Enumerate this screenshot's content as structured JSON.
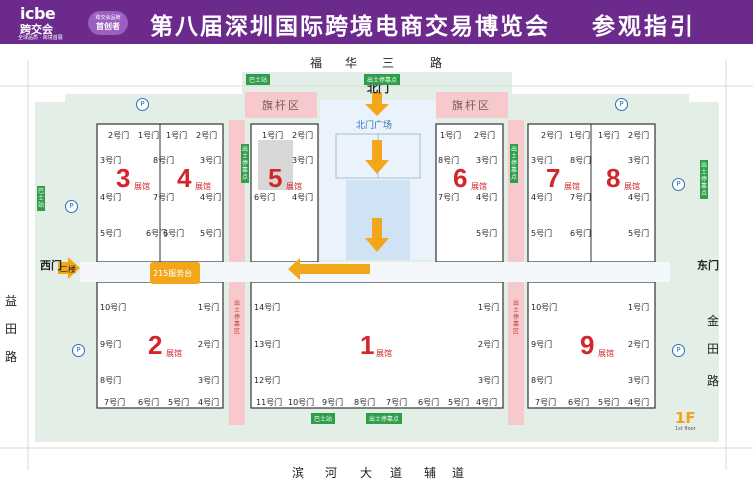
{
  "header": {
    "logo_main": "icbe",
    "logo_sub": "跨交会",
    "logo_tagline": "全球品质 · 跨境首展",
    "badge_top": "跨交会品牌",
    "badge_main": "首创者",
    "title": "第八届深圳国际跨境电商交易博览会",
    "guide": "参观指引",
    "bg_color": "#6b2a8c"
  },
  "roads": {
    "north": [
      "福",
      "华",
      "三",
      "路"
    ],
    "south": [
      "滨",
      "河",
      "大",
      "道",
      "辅",
      "道"
    ],
    "west": [
      "益",
      "田",
      "路"
    ],
    "east": [
      "金",
      "田",
      "路"
    ]
  },
  "gates": {
    "north": "北门",
    "west": "西门",
    "east": "东门",
    "west_tag": "二楼"
  },
  "north_plaza": "北门广场",
  "flag_areas": [
    "旗杆区",
    "旗杆区"
  ],
  "service_desk": "215服务台",
  "floor": {
    "label": "1F",
    "sub": "1st floor"
  },
  "bus_stops": {
    "north_left": "巴士站",
    "north_right": "出士停靠点",
    "south_left": "巴士站",
    "south_right": "出士停靠点",
    "west_v": "巴士站",
    "east_v": "出士停靠点",
    "inner_left_v": "出士停靠点",
    "inner_right_v": "出士停靠点"
  },
  "corridors": {
    "left": "出土停靠区",
    "right": "出土停靠区"
  },
  "halls": [
    {
      "id": "hall-3",
      "number": "3",
      "suffix": "展馆",
      "doors": [
        "2号门",
        "1号门",
        "3号门",
        "4号门",
        "5号门",
        "6号门"
      ]
    },
    {
      "id": "hall-4",
      "number": "4",
      "suffix": "展馆",
      "doors": [
        "1号门",
        "2号门",
        "8号门",
        "3号门",
        "7号门",
        "4号门",
        "6号门",
        "5号门"
      ]
    },
    {
      "id": "hall-5",
      "number": "5",
      "suffix": "展馆",
      "doors": [
        "1号门",
        "2号门",
        "3号门",
        "4号门",
        "6号门"
      ]
    },
    {
      "id": "hall-6",
      "number": "6",
      "suffix": "展馆",
      "doors": [
        "1号门",
        "2号门",
        "3号门",
        "4号门",
        "5号门",
        "7号门",
        "8号门"
      ]
    },
    {
      "id": "hall-7",
      "number": "7",
      "suffix": "展馆",
      "doors": [
        "2号门",
        "1号门",
        "3号门",
        "8号门",
        "4号门",
        "7号门",
        "5号门",
        "6号门"
      ]
    },
    {
      "id": "hall-8",
      "number": "8",
      "suffix": "展馆",
      "doors": [
        "1号门",
        "2号门",
        "3号门",
        "4号门",
        "5号门"
      ]
    },
    {
      "id": "hall-2",
      "number": "2",
      "suffix": "展馆",
      "doors": [
        "10号门",
        "1号门",
        "9号门",
        "2号门",
        "8号门",
        "3号门",
        "7号门",
        "6号门",
        "5号门",
        "4号门"
      ]
    },
    {
      "id": "hall-1",
      "number": "1",
      "suffix": "展馆",
      "doors": [
        "14号门",
        "1号门",
        "13号门",
        "2号门",
        "12号门",
        "3号门",
        "11号门",
        "10号门",
        "9号门",
        "8号门",
        "7号门",
        "6号门",
        "5号门",
        "4号门"
      ]
    },
    {
      "id": "hall-9",
      "number": "9",
      "suffix": "展馆",
      "doors": [
        "10号门",
        "1号门",
        "9号门",
        "2号门",
        "8号门",
        "3号门",
        "7号门",
        "6号门",
        "5号门",
        "4号门"
      ]
    }
  ],
  "colors": {
    "hall_fill": "#ffffff",
    "hall_border": "#333333",
    "outer_fill": "#e3efe6",
    "corridor_pink": "#f7c9cc",
    "plaza_blue": "#cfe3f5",
    "arrow": "#f2a71b",
    "hall_number": "#d2262b"
  }
}
